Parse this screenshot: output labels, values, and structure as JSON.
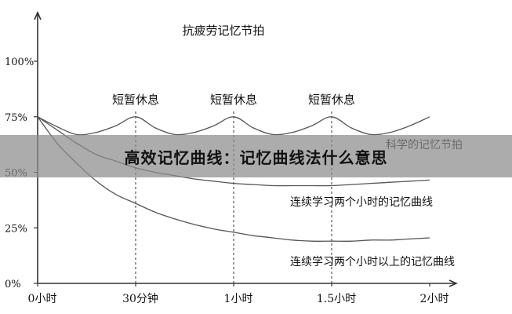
{
  "banner": {
    "title": "高效记忆曲线：记忆曲线法什么意思"
  },
  "chart_data": {
    "type": "line",
    "title": "抗疲劳记忆节拍",
    "ylim": [
      0,
      100
    ],
    "ytick_labels": [
      "0%",
      "25%",
      "50%",
      "75%",
      "100%"
    ],
    "yticks": [
      0,
      25,
      50,
      75,
      100
    ],
    "xlim": [
      0,
      2
    ],
    "xtick_labels": [
      "0小时",
      "30分钟",
      "1小时",
      "1.5小时",
      "2小时"
    ],
    "xticks": [
      0,
      0.5,
      1,
      1.5,
      2
    ],
    "break_x": [
      0.5,
      1,
      1.5
    ],
    "break_labels": [
      "短暂休息",
      "短暂休息",
      "短暂休息"
    ],
    "series": [
      {
        "name": "科学的记忆节拍",
        "x": [
          0,
          0.1,
          0.2,
          0.3,
          0.4,
          0.5,
          0.6,
          0.7,
          0.8,
          0.9,
          1.0,
          1.1,
          1.2,
          1.3,
          1.4,
          1.5,
          1.6,
          1.7,
          1.8,
          1.9,
          2.0
        ],
        "values": [
          75,
          70.5,
          67,
          68,
          71,
          75,
          70,
          67,
          68,
          71,
          75,
          70,
          67,
          68,
          71,
          75,
          70,
          67,
          68,
          71,
          75
        ]
      },
      {
        "name": "连续学习两个小时的记忆曲线",
        "x": [
          0,
          0.1,
          0.2,
          0.3,
          0.4,
          0.5,
          0.6,
          0.7,
          0.8,
          0.9,
          1.0,
          1.1,
          1.2,
          1.3,
          1.4,
          1.5,
          1.6,
          1.7,
          1.8,
          1.9,
          2.0
        ],
        "values": [
          75,
          69,
          63,
          58,
          55,
          52,
          50,
          48.5,
          47,
          46,
          45,
          44.5,
          44,
          44,
          44,
          44,
          44.5,
          45,
          45.5,
          46,
          46.5
        ]
      },
      {
        "name": "连续学习两个小时以上的记忆曲线",
        "x": [
          0,
          0.1,
          0.2,
          0.3,
          0.4,
          0.5,
          0.6,
          0.7,
          0.8,
          0.9,
          1.0,
          1.1,
          1.2,
          1.3,
          1.4,
          1.5,
          1.6,
          1.7,
          1.8,
          1.9,
          2.0
        ],
        "values": [
          75,
          63,
          54,
          46,
          40,
          36,
          32,
          29,
          26.5,
          24.5,
          23,
          21.5,
          20.5,
          19.5,
          19,
          19,
          19,
          19.5,
          19.5,
          20,
          20.5
        ]
      }
    ],
    "colors": {
      "line": "#555555",
      "axis": "#333333",
      "text": "#111111"
    }
  }
}
